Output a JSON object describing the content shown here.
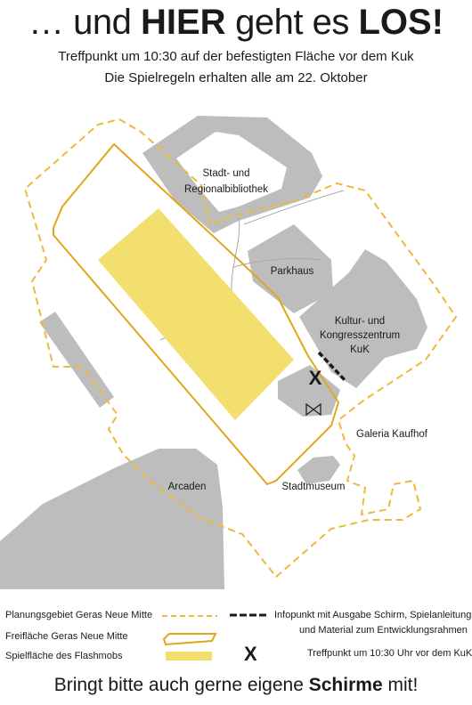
{
  "header": {
    "title_part1": "… und ",
    "title_bold1": "HIER",
    "title_part2": " geht es ",
    "title_bold2": "LOS!",
    "subtitle1": "Treffpunkt um 10:30 auf der befestigten Fläche vor dem Kuk",
    "subtitle2": "Die Spielregeln erhalten alle am 22. Oktober"
  },
  "map": {
    "labels": {
      "library_line1": "Stadt- und",
      "library_line2": "Regionalbibliothek",
      "parkhaus": "Parkhaus",
      "kuk_line1": "Kultur- und",
      "kuk_line2": "Kongresszentrum",
      "kuk_line3": "KuK",
      "galeria": "Galeria Kaufhof",
      "arcaden": "Arcaden",
      "stadtmuseum": "Stadtmuseum",
      "meeting_marker": "X"
    },
    "colors": {
      "building": "#bdbdbd",
      "play_area": "#f3df6e",
      "outline": "#e3a51b"
    }
  },
  "legend": {
    "items_left": [
      {
        "label": "Planungsgebiet Geras Neue Mitte",
        "symbol": "dashed-line"
      },
      {
        "label": "Freifläche Geras Neue Mitte",
        "symbol": "outline-shape"
      },
      {
        "label": "Spielfläche des Flashmobs",
        "symbol": "yellow-fill"
      }
    ],
    "infopunkt_line1": "Infopunkt mit Ausgabe Schirm, Spielanleitung",
    "infopunkt_line2": "und Material zum Entwicklungsrahmen",
    "treffpunkt_marker": "X",
    "treffpunkt_label": "Treffpunkt um 10:30 Uhr vor dem KuK"
  },
  "footer": {
    "text_part1": "Bringt bitte auch gerne eigene ",
    "text_bold": "Schirme",
    "text_part2": " mit!"
  }
}
